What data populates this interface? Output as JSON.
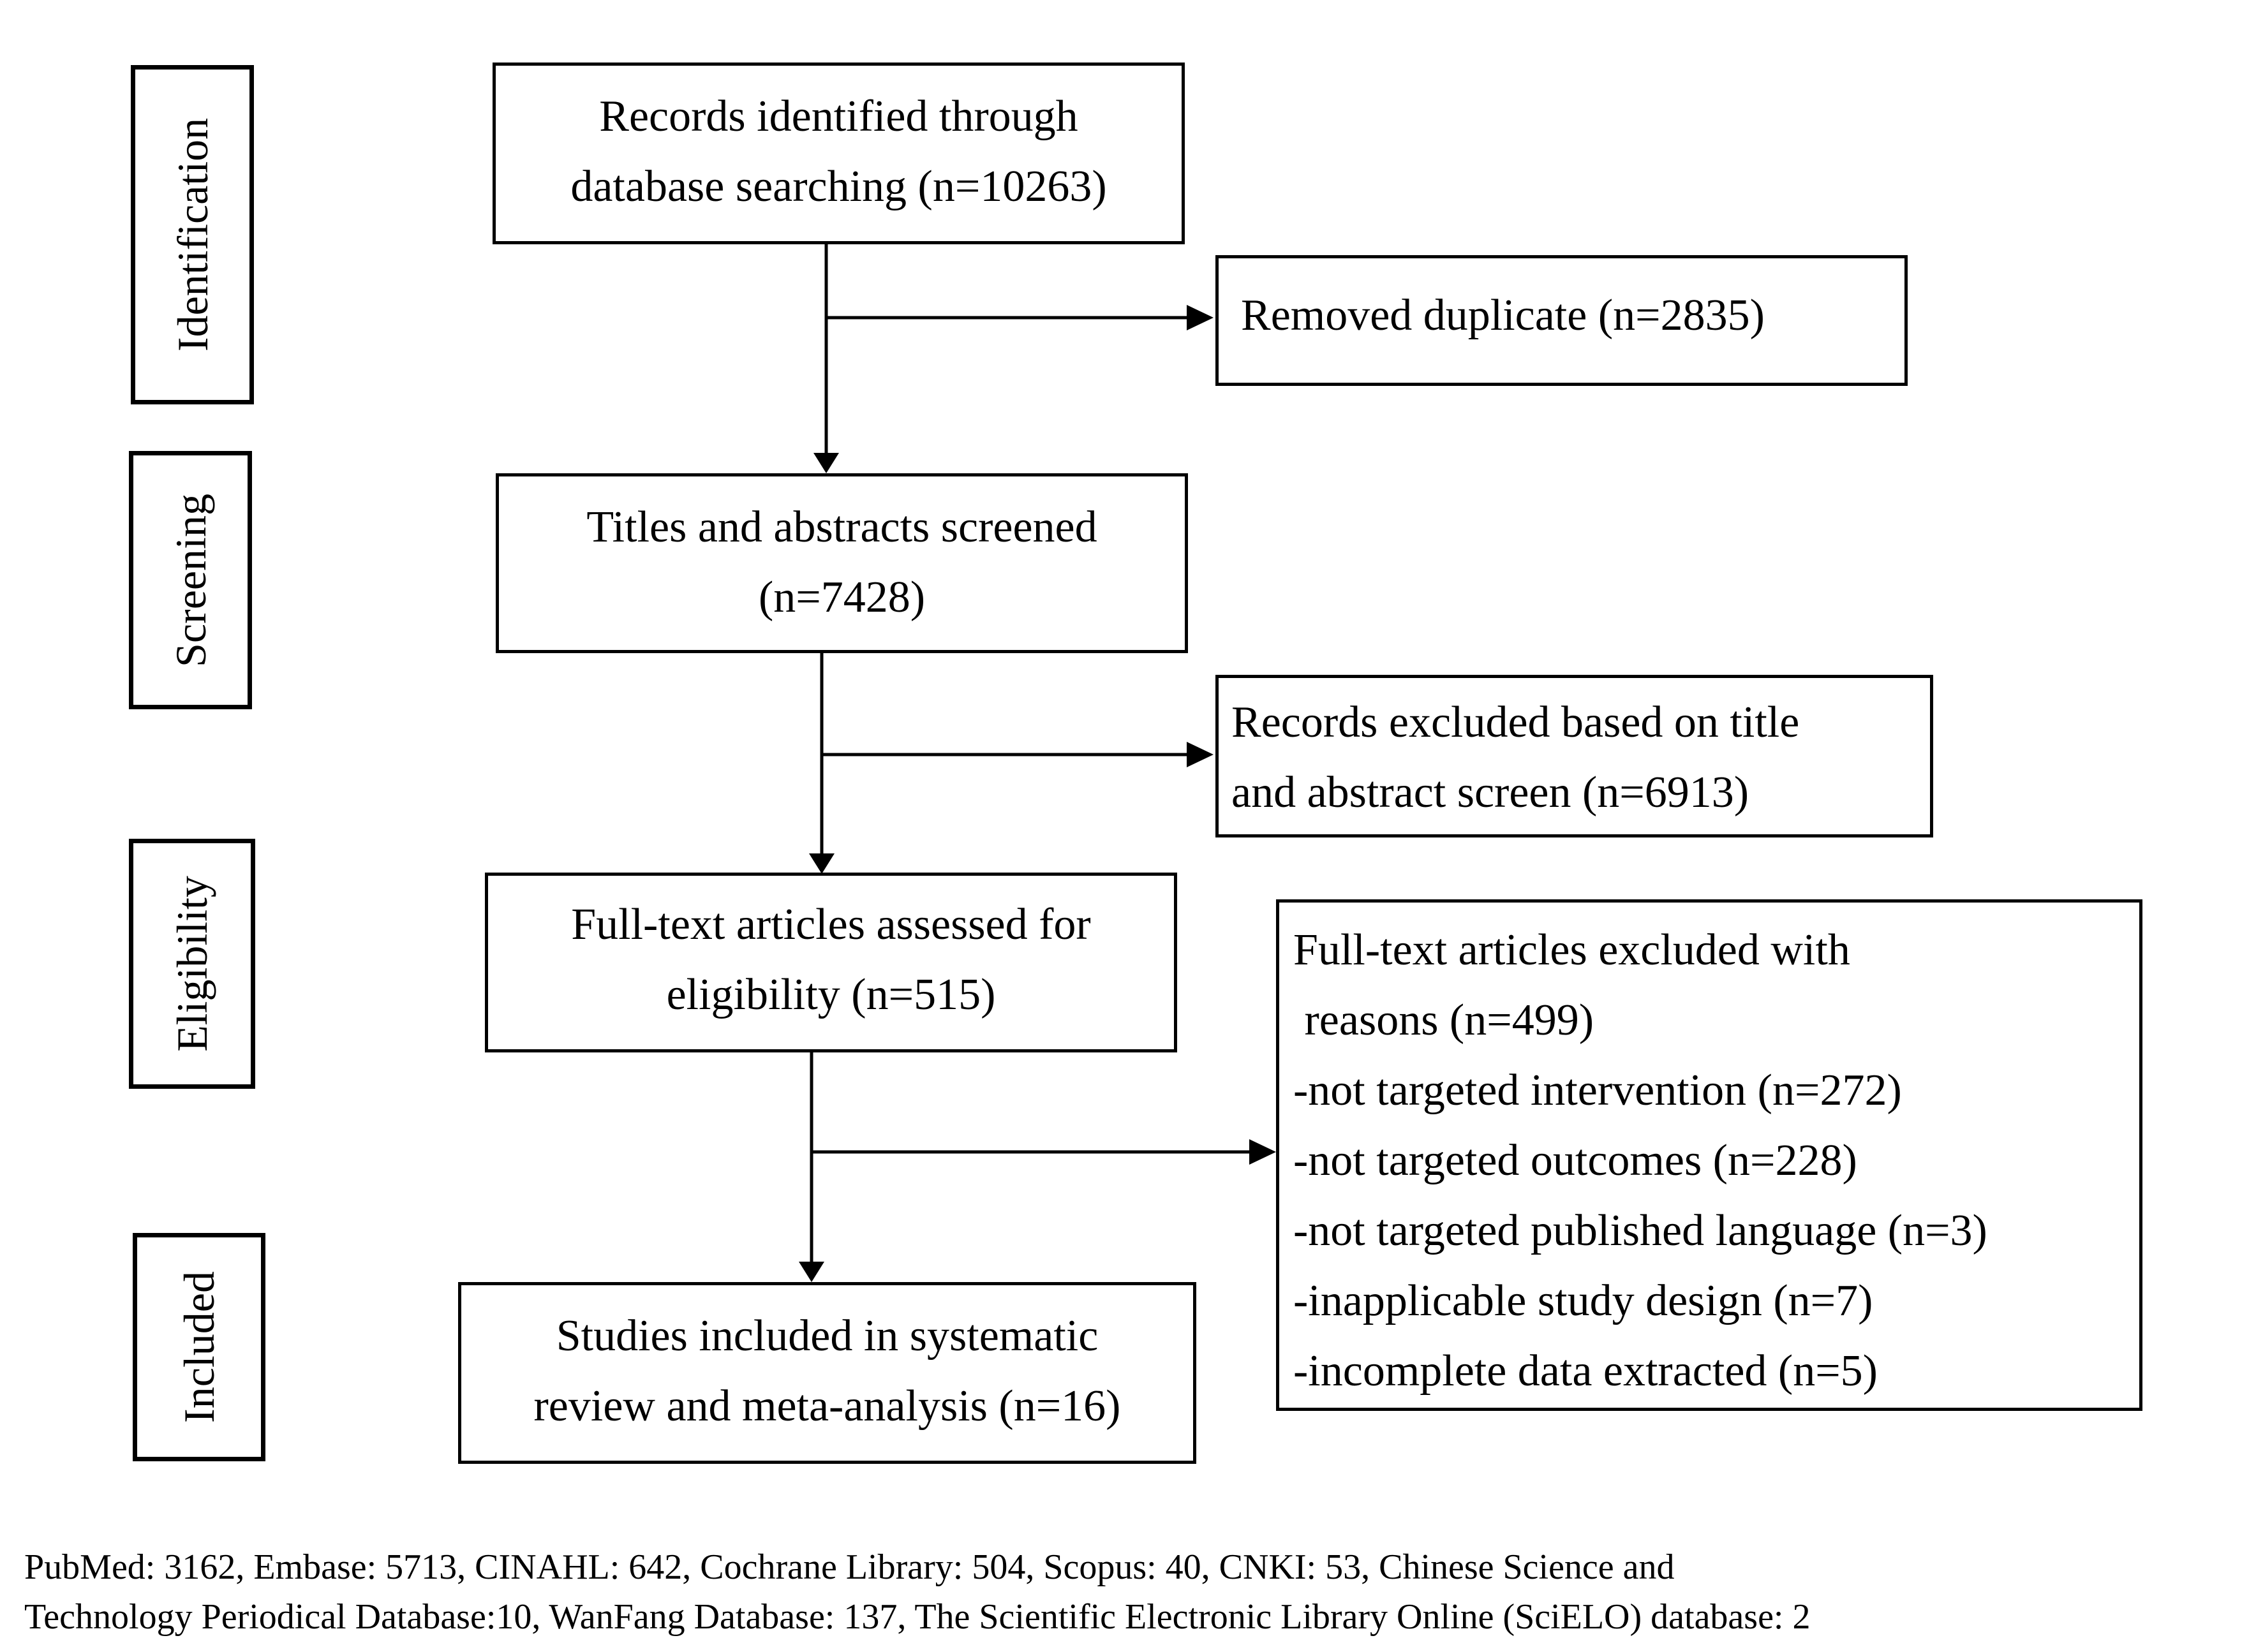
{
  "stages": {
    "identification": "Identification",
    "screening": "Screening",
    "eligibility": "Eligibility",
    "included": "Included"
  },
  "boxes": {
    "identified": {
      "line1": "Records identified through",
      "line2": "database searching (n=10263)"
    },
    "duplicates": {
      "line1": "Removed duplicate (n=2835)"
    },
    "screened": {
      "line1": "Titles and abstracts screened",
      "line2": "(n=7428)"
    },
    "excluded_screen": {
      "line1": "Records excluded based on title",
      "line2": "and abstract screen (n=6913)"
    },
    "fulltext": {
      "line1": "Full-text articles assessed for",
      "line2": "eligibility (n=515)"
    },
    "excluded_fulltext": {
      "lines": [
        "Full-text articles excluded with",
        " reasons (n=499)",
        "-not targeted intervention (n=272)",
        "-not targeted outcomes (n=228)",
        "-not targeted published language (n=3)",
        "-inapplicable study design (n=7)",
        "-incomplete data extracted (n=5)"
      ]
    },
    "included": {
      "line1": "Studies included in systematic",
      "line2": "review and meta-analysis (n=16)"
    }
  },
  "footnote": {
    "line1": "PubMed: 3162, Embase: 5713, CINAHL: 642, Cochrane Library: 504, Scopus: 40, CNKI: 53, Chinese Science and",
    "line2": "Technology Periodical Database:10, WanFang Database: 137, The Scientific Electronic Library Online (SciELO) database: 2"
  }
}
